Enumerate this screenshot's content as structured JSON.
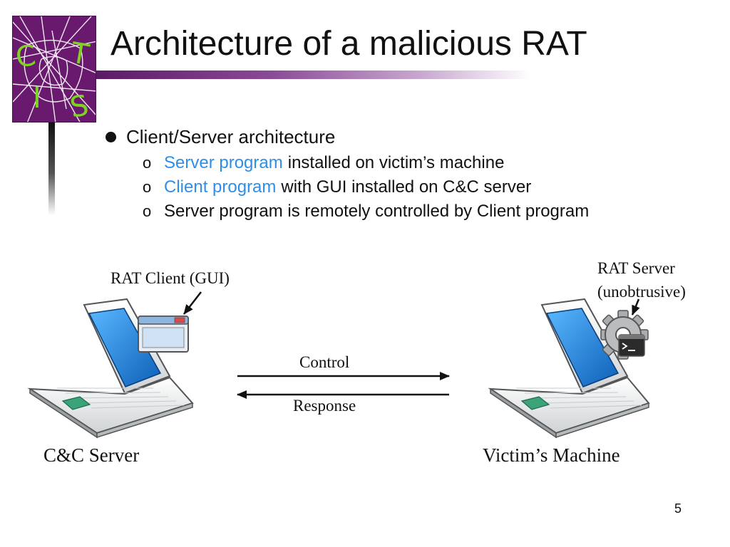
{
  "slide": {
    "title": "Architecture of a malicious RAT",
    "bullet_main": "Client/Server architecture",
    "sub_bullets": [
      {
        "highlight": "Server program",
        "rest": "installed on victim’s machine"
      },
      {
        "highlight": "Client program",
        "rest": "with GUI installed on C&C server"
      },
      {
        "highlight": "",
        "rest": "Server program is remotely controlled by Client program"
      }
    ],
    "highlight_color": "#2e8ee8",
    "page_number": "5"
  },
  "logo": {
    "letters": [
      "C",
      "T",
      "I",
      "S"
    ],
    "background_color": "#6a1a6e",
    "letter_color": "#7ed321"
  },
  "diagram": {
    "client_label": "RAT Client (GUI)",
    "server_label_line1": "RAT Server",
    "server_label_line2": "(unobtrusive)",
    "control_label": "Control",
    "response_label": "Response",
    "left_caption": "C&C Server",
    "right_caption": "Victim’s Machine",
    "icons": [
      "laptop-icon",
      "window-icon",
      "gear-icon",
      "terminal-icon"
    ],
    "screen_color": "#1e7fd8",
    "touchpad_color": "#3aa37a"
  }
}
